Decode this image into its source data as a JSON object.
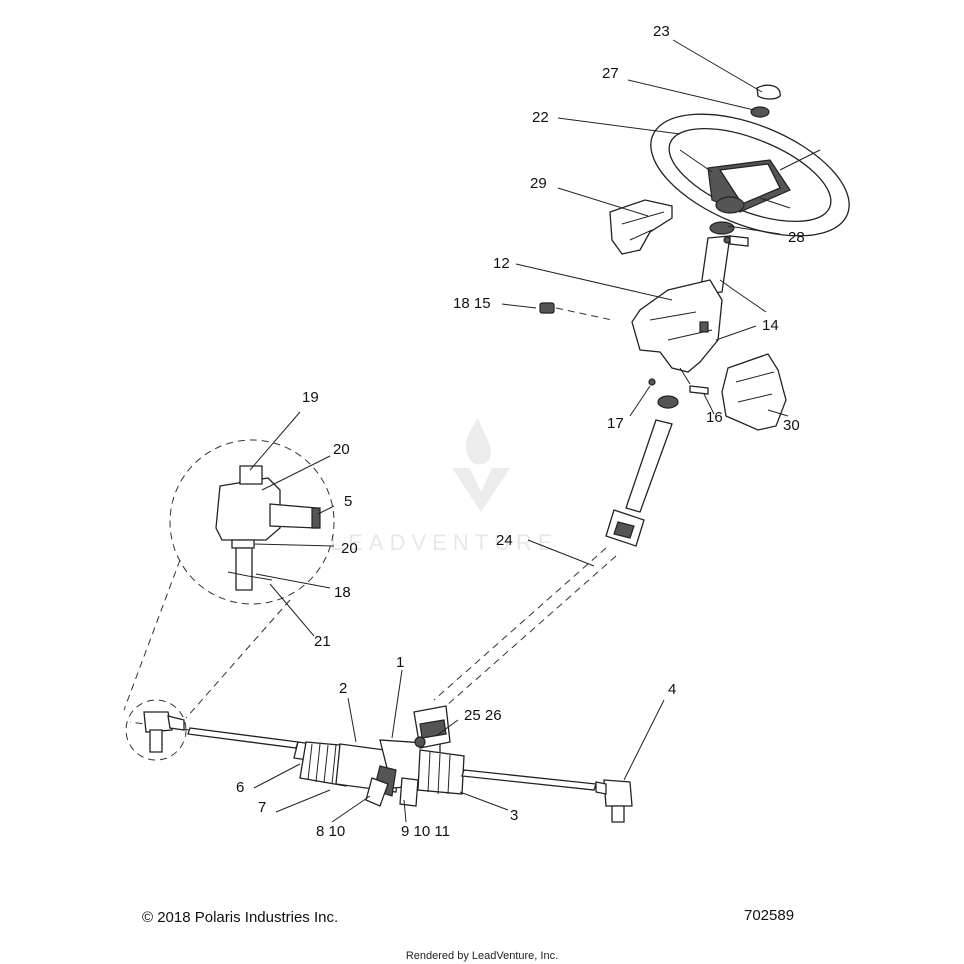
{
  "callouts": {
    "c1": "1",
    "c2": "2",
    "c3": "3",
    "c4": "4",
    "c5": "5",
    "c6": "6",
    "c7": "7",
    "c8_10": "8  10",
    "c9_10_11": "9  10  11",
    "c12": "12",
    "c14": "14",
    "c16": "16",
    "c17": "17",
    "c18_15": "18  15",
    "c19": "19",
    "c20a": "20",
    "c20b": "20",
    "c18": "18",
    "c21": "21",
    "c22": "22",
    "c23": "23",
    "c24": "24",
    "c25_26": "25  26",
    "c27": "27",
    "c28": "28",
    "c29": "29",
    "c30": "30"
  },
  "watermark": "LEADVENTURE",
  "footer": {
    "copyright": "© 2018 Polaris Industries Inc.",
    "diagram_number": "702589",
    "rendered_by": "Rendered by LeadVenture, Inc."
  }
}
